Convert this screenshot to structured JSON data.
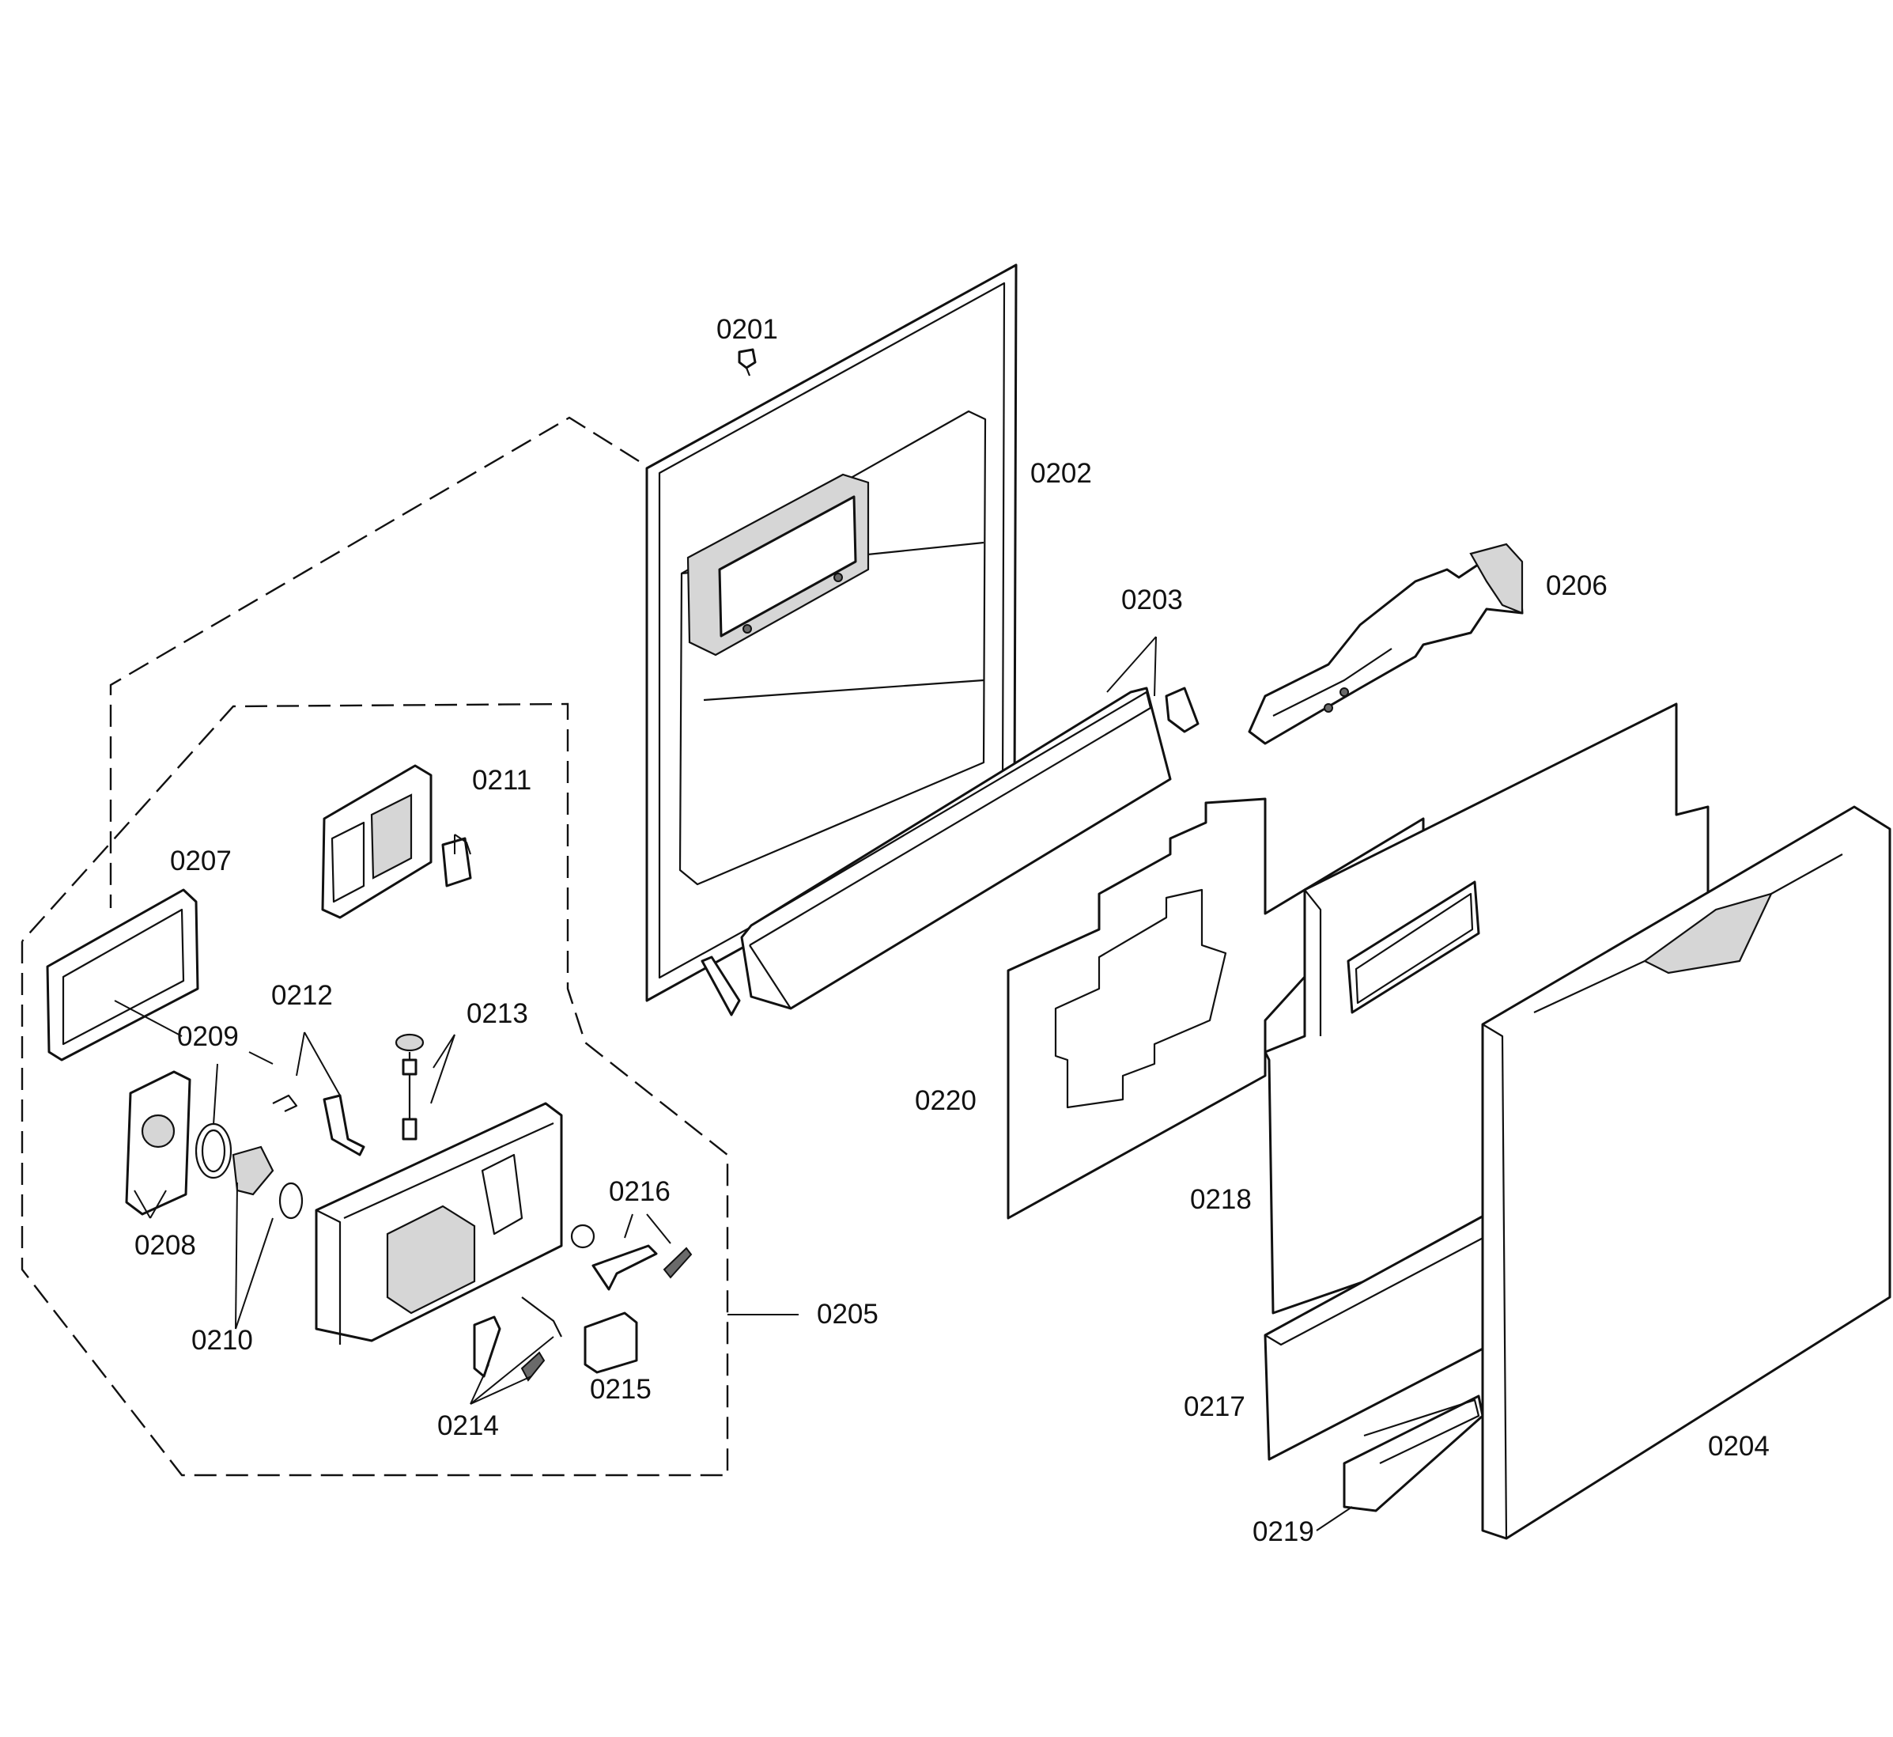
{
  "labels": {
    "p0201": "0201",
    "p0202": "0202",
    "p0203": "0203",
    "p0204": "0204",
    "p0205": "0205",
    "p0206": "0206",
    "p0207": "0207",
    "p0208": "0208",
    "p0209": "0209",
    "p0210": "0210",
    "p0211": "0211",
    "p0212": "0212",
    "p0213": "0213",
    "p0214": "0214",
    "p0215": "0215",
    "p0216": "0216",
    "p0217": "0217",
    "p0218": "0218",
    "p0219": "0219",
    "p0220": "0220"
  }
}
